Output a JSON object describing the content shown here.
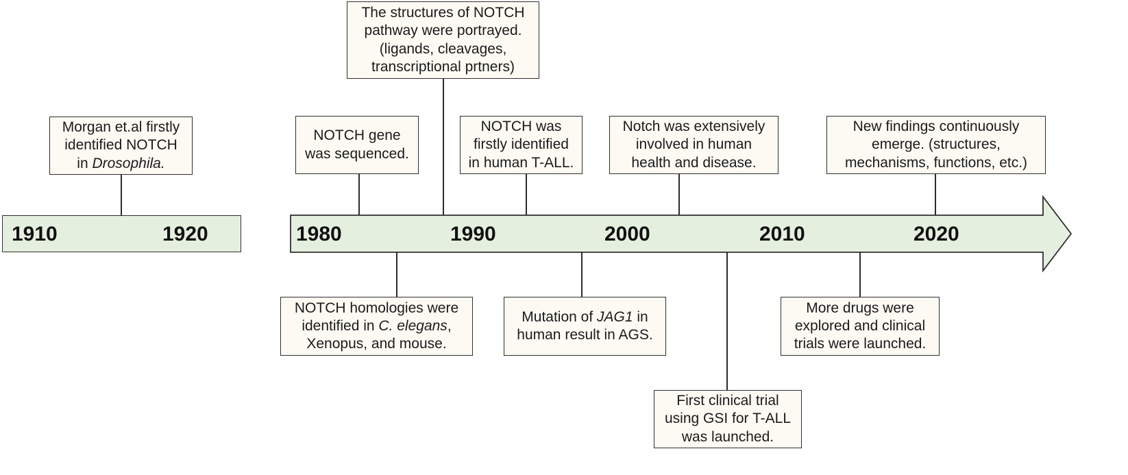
{
  "colors": {
    "bar_fill": "#e5efdf",
    "box_fill": "#fcfaf3",
    "stroke": "#2f2f2f",
    "text": "#1a1a1a"
  },
  "timeline": {
    "left_segment_years": [
      "1910",
      "1920"
    ],
    "main_segment_years": [
      "1980",
      "1990",
      "2000",
      "2010",
      "2020"
    ]
  },
  "events_above": [
    {
      "id": "morgan",
      "lines": [
        [
          {
            "t": "Morgan et.al firstly"
          }
        ],
        [
          {
            "t": "identified NOTCH"
          }
        ],
        [
          {
            "t": "in "
          },
          {
            "t": "Drosophila.",
            "i": true
          }
        ]
      ]
    },
    {
      "id": "sequenced",
      "lines": [
        [
          {
            "t": "NOTCH gene"
          }
        ],
        [
          {
            "t": "was sequenced."
          }
        ]
      ]
    },
    {
      "id": "structures",
      "lines": [
        [
          {
            "t": "The structures of NOTCH"
          }
        ],
        [
          {
            "t": "pathway were portrayed."
          }
        ],
        [
          {
            "t": "(ligands, cleavages,"
          }
        ],
        [
          {
            "t": "transcriptional prtners)"
          }
        ]
      ]
    },
    {
      "id": "tall",
      "lines": [
        [
          {
            "t": "NOTCH was"
          }
        ],
        [
          {
            "t": "firstly identified"
          }
        ],
        [
          {
            "t": "in human T-ALL."
          }
        ]
      ]
    },
    {
      "id": "health",
      "lines": [
        [
          {
            "t": "Notch was extensively"
          }
        ],
        [
          {
            "t": "involved in human"
          }
        ],
        [
          {
            "t": "health and disease."
          }
        ]
      ]
    },
    {
      "id": "findings",
      "lines": [
        [
          {
            "t": "New findings continuously"
          }
        ],
        [
          {
            "t": "emerge. (structures,"
          }
        ],
        [
          {
            "t": "mechanisms, functions, etc.)"
          }
        ]
      ]
    }
  ],
  "events_below": [
    {
      "id": "homologies",
      "lines": [
        [
          {
            "t": "NOTCH homologies were"
          }
        ],
        [
          {
            "t": "identified in "
          },
          {
            "t": "C. elegans",
            "i": true
          },
          {
            "t": ","
          }
        ],
        [
          {
            "t": "Xenopus, and mouse."
          }
        ]
      ]
    },
    {
      "id": "jag1",
      "lines": [
        [
          {
            "t": "Mutation of "
          },
          {
            "t": "JAG1",
            "i": true
          },
          {
            "t": " in"
          }
        ],
        [
          {
            "t": "human result in AGS."
          }
        ]
      ]
    },
    {
      "id": "gsi",
      "lines": [
        [
          {
            "t": "First clinical"
          }
        ],
        [
          {
            "t": "trial"
          }
        ],
        [
          {
            "t": "using GSI for T-ALL"
          }
        ],
        [
          {
            "t": "was launched."
          }
        ]
      ]
    },
    {
      "id": "drugs",
      "lines": [
        [
          {
            "t": "More drugs were"
          }
        ],
        [
          {
            "t": "explored and clinical"
          }
        ],
        [
          {
            "t": "trials were launched."
          }
        ]
      ]
    }
  ]
}
